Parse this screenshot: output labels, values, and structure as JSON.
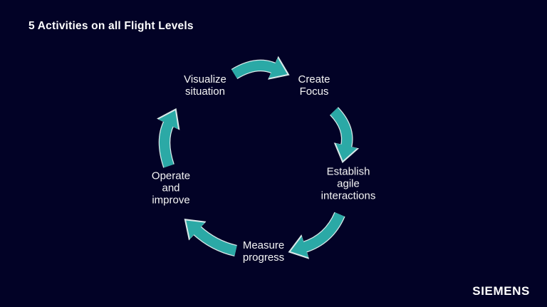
{
  "slide": {
    "title": "5 Activities on all Flight Levels",
    "brand": "SIEMENS"
  },
  "cycle": {
    "steps": [
      {
        "id": "visualize-situation",
        "lines": [
          "Visualize",
          "situation"
        ]
      },
      {
        "id": "create-focus",
        "lines": [
          "Create",
          "Focus"
        ]
      },
      {
        "id": "establish-agile-interactions",
        "lines": [
          "Establish",
          "agile",
          "interactions"
        ]
      },
      {
        "id": "measure-progress",
        "lines": [
          "Measure",
          "progress"
        ]
      },
      {
        "id": "operate-and-improve",
        "lines": [
          "Operate",
          "and",
          "improve"
        ]
      }
    ],
    "arrows": [
      {
        "name": "arrow-visualize-to-create",
        "from": "Visualize situation",
        "to": "Create Focus"
      },
      {
        "name": "arrow-create-to-establish",
        "from": "Create Focus",
        "to": "Establish agile interactions"
      },
      {
        "name": "arrow-establish-to-measure",
        "from": "Establish agile interactions",
        "to": "Measure progress"
      },
      {
        "name": "arrow-measure-to-operate",
        "from": "Measure progress",
        "to": "Operate and improve"
      },
      {
        "name": "arrow-operate-to-visualize",
        "from": "Operate and improve",
        "to": "Visualize situation"
      }
    ]
  },
  "colors": {
    "background": "#020226",
    "arrow": "#2BA9A6",
    "arrow_outline": "#D9E9E9",
    "text": "#F5F5F5"
  }
}
